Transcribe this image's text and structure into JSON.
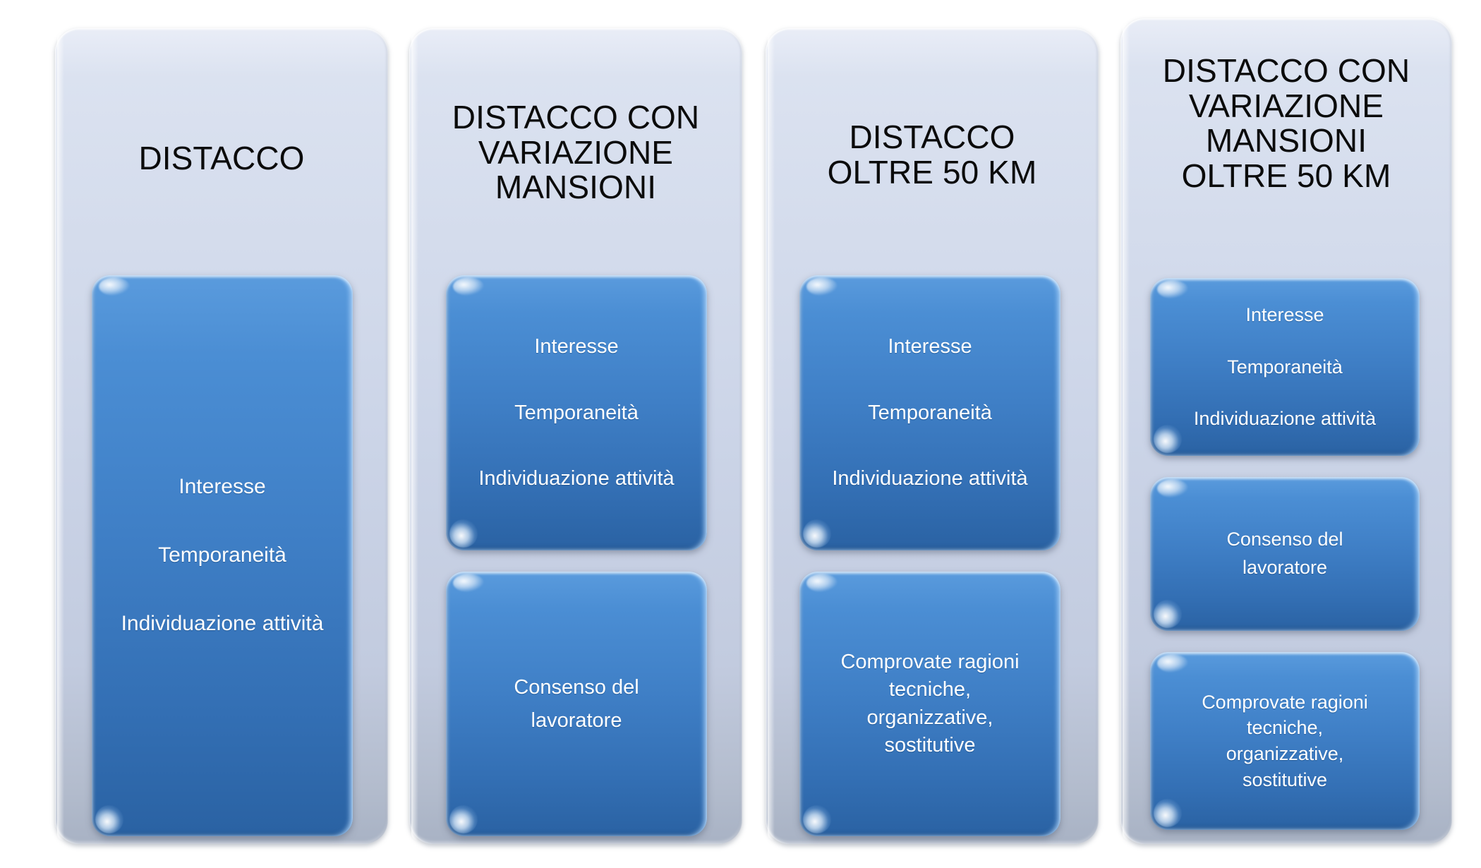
{
  "diagram": {
    "type": "process-comparison",
    "background_color": "#ffffff",
    "panel_color": "#ccd5e8",
    "box_color": "#3f7fc6",
    "box_text_color": "#ffffff",
    "title_text_color": "#0b0b0b",
    "columns": [
      {
        "id": "distacco",
        "title": "DISTACCO",
        "boxes": [
          {
            "id": "requisiti-base",
            "text": "Interesse\n\nTemporaneità\n\nIndividuazione attività"
          }
        ]
      },
      {
        "id": "distacco-variazione-mansioni",
        "title": "DISTACCO CON\nVARIAZIONE\nMANSIONI",
        "boxes": [
          {
            "id": "requisiti-base",
            "text": "Interesse\n\nTemporaneità\n\nIndividuazione attività"
          },
          {
            "id": "consenso-lavoratore",
            "text": "Consenso del\nlavoratore"
          }
        ]
      },
      {
        "id": "distacco-oltre-50-km",
        "title": "DISTACCO\nOLTRE 50 KM",
        "boxes": [
          {
            "id": "requisiti-base",
            "text": "Interesse\n\nTemporaneità\n\nIndividuazione attività"
          },
          {
            "id": "comprovate-ragioni",
            "text": "Comprovate ragioni\ntecniche,\norganizzative,\nsostitutive"
          }
        ]
      },
      {
        "id": "distacco-variazione-mansioni-oltre-50-km",
        "title": "DISTACCO CON\nVARIAZIONE\nMANSIONI\nOLTRE 50 KM",
        "boxes": [
          {
            "id": "requisiti-base",
            "text": "Interesse\n\nTemporaneità\n\nIndividuazione attività"
          },
          {
            "id": "consenso-lavoratore",
            "text": "Consenso del\nlavoratore"
          },
          {
            "id": "comprovate-ragioni",
            "text": "Comprovate ragioni\ntecniche,\norganizzative,\nsostitutive"
          }
        ]
      }
    ]
  }
}
